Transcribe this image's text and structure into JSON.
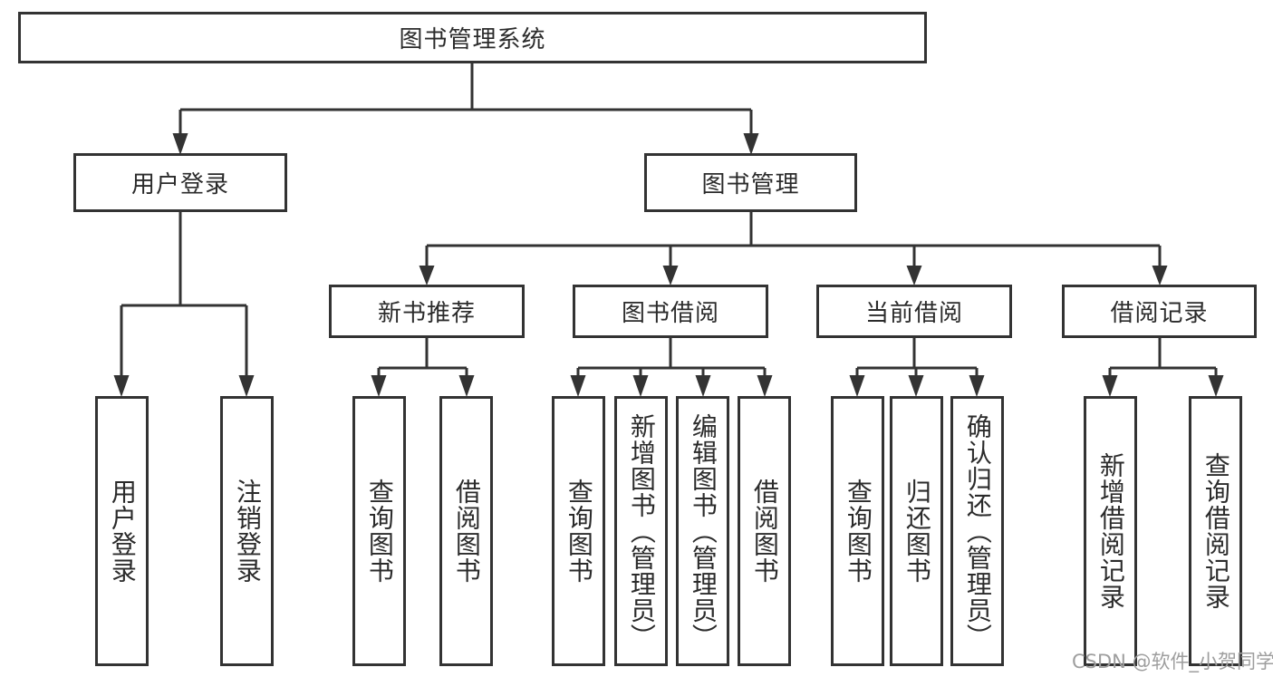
{
  "diagram": {
    "root": "图书管理系统",
    "level2": {
      "user_login": "用户登录",
      "book_mgmt": "图书管理"
    },
    "level3": {
      "new_book_rec": "新书推荐",
      "book_borrow": "图书借阅",
      "current_borrow": "当前借阅",
      "borrow_records": "借阅记录"
    },
    "leaves": {
      "user_login_children": {
        "login": "用户登录",
        "logout": "注销登录"
      },
      "new_book_rec_children": {
        "query": "查询图书",
        "borrow": "借阅图书"
      },
      "book_borrow_children": {
        "query": "查询图书",
        "add": "新增图书（管理员）",
        "edit": "编辑图书（管理员）",
        "borrow": "借阅图书"
      },
      "current_borrow_children": {
        "query": "查询图书",
        "return": "归还图书",
        "confirm_return": "确认归还（管理员）"
      },
      "borrow_records_children": {
        "add_record": "新增借阅记录",
        "query_record": "查询借阅记录"
      }
    },
    "hierarchy": {
      "图书管理系统": [
        "用户登录",
        "图书管理"
      ],
      "用户登录": [
        "用户登录",
        "注销登录"
      ],
      "图书管理": [
        "新书推荐",
        "图书借阅",
        "当前借阅",
        "借阅记录"
      ],
      "新书推荐": [
        "查询图书",
        "借阅图书"
      ],
      "图书借阅": [
        "查询图书",
        "新增图书（管理员）",
        "编辑图书（管理员）",
        "借阅图书"
      ],
      "当前借阅": [
        "查询图书",
        "归还图书",
        "确认归还（管理员）"
      ],
      "借阅记录": [
        "新增借阅记录",
        "查询借阅记录"
      ]
    }
  },
  "watermark": "CSDN @软件_小贺同学",
  "colors": {
    "line": "#333333",
    "text": "#2b2b2b",
    "background": "#ffffff",
    "watermark": "#9e9e9e"
  }
}
